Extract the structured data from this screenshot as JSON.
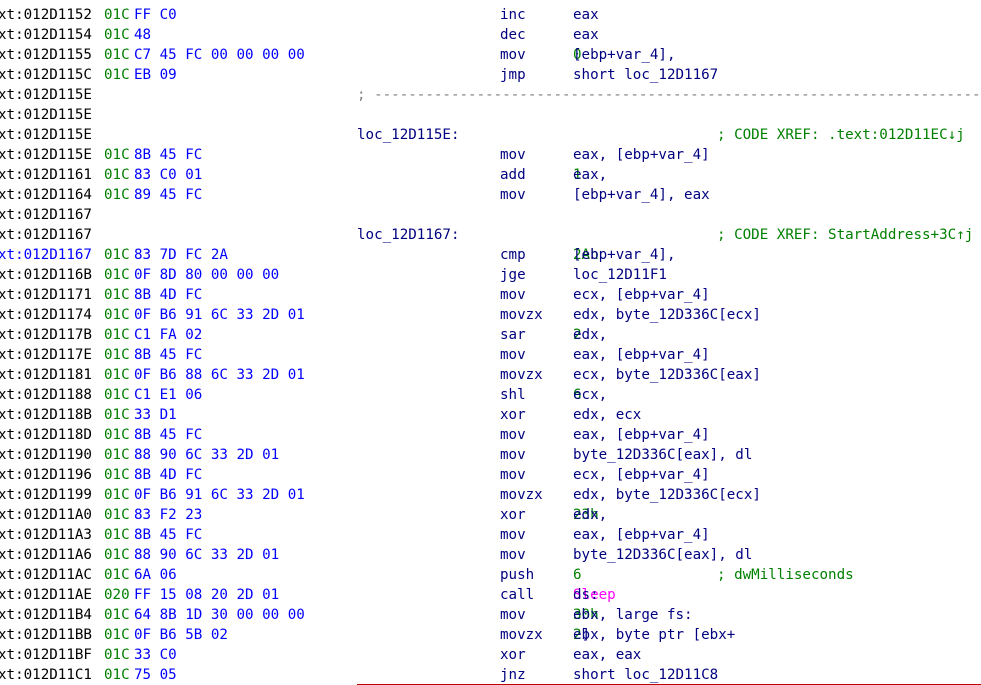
{
  "theme": {
    "address": "#000000",
    "address_current": "#0000ff",
    "segment_prefix": "#008000",
    "opcode_bytes": "#0000ff",
    "mnemonic": "#000080",
    "immediate": "#008000",
    "comment": "#008000",
    "import_name": "#ff00ff",
    "separator": "#7f7f7f",
    "cursor_line": "#c00000"
  },
  "lines": [
    {
      "addr": "xt:012D1152",
      "seg": "01C",
      "bytes": "FF C0",
      "mn": "inc",
      "op": [
        {
          "t": "eax"
        }
      ]
    },
    {
      "addr": "xt:012D1154",
      "seg": "01C",
      "bytes": "48",
      "mn": "dec",
      "op": [
        {
          "t": "eax"
        }
      ]
    },
    {
      "addr": "xt:012D1155",
      "seg": "01C",
      "bytes": "C7 45 FC 00 00 00 00",
      "mn": "mov",
      "op": [
        {
          "t": "[ebp+var_4], "
        },
        {
          "t": "0",
          "c": "imm"
        }
      ]
    },
    {
      "addr": "xt:012D115C",
      "seg": "01C",
      "bytes": "EB 09",
      "mn": "jmp",
      "op": [
        {
          "t": "short loc_12D1167"
        }
      ]
    },
    {
      "addr": "xt:012D115E",
      "sep": "; ---------------------------------------------------------------------------"
    },
    {
      "addr": "xt:012D115E"
    },
    {
      "addr": "xt:012D115E",
      "label": "loc_12D115E:",
      "comment": "; CODE XREF: .text:012D11EC↓j"
    },
    {
      "addr": "xt:012D115E",
      "seg": "01C",
      "bytes": "8B 45 FC",
      "mn": "mov",
      "op": [
        {
          "t": "eax, [ebp+var_4]"
        }
      ]
    },
    {
      "addr": "xt:012D1161",
      "seg": "01C",
      "bytes": "83 C0 01",
      "mn": "add",
      "op": [
        {
          "t": "eax, "
        },
        {
          "t": "1",
          "c": "imm"
        }
      ]
    },
    {
      "addr": "xt:012D1164",
      "seg": "01C",
      "bytes": "89 45 FC",
      "mn": "mov",
      "op": [
        {
          "t": "[ebp+var_4], eax"
        }
      ]
    },
    {
      "addr": "xt:012D1167"
    },
    {
      "addr": "xt:012D1167",
      "label": "loc_12D1167:",
      "comment": "; CODE XREF: StartAddress+3C↑j"
    },
    {
      "addr": "xt:012D1167",
      "current": true,
      "seg": "01C",
      "bytes": "83 7D FC 2A",
      "mn": "cmp",
      "op": [
        {
          "t": "[ebp+var_4], "
        },
        {
          "t": "2Ah",
          "c": "imm"
        }
      ]
    },
    {
      "addr": "xt:012D116B",
      "seg": "01C",
      "bytes": "0F 8D 80 00 00 00",
      "mn": "jge",
      "op": [
        {
          "t": "loc_12D11F1"
        }
      ]
    },
    {
      "addr": "xt:012D1171",
      "seg": "01C",
      "bytes": "8B 4D FC",
      "mn": "mov",
      "op": [
        {
          "t": "ecx, [ebp+var_4]"
        }
      ]
    },
    {
      "addr": "xt:012D1174",
      "seg": "01C",
      "bytes": "0F B6 91 6C 33 2D 01",
      "mn": "movzx",
      "op": [
        {
          "t": "edx, byte_12D336C[ecx]"
        }
      ]
    },
    {
      "addr": "xt:012D117B",
      "seg": "01C",
      "bytes": "C1 FA 02",
      "mn": "sar",
      "op": [
        {
          "t": "edx, "
        },
        {
          "t": "2",
          "c": "imm"
        }
      ]
    },
    {
      "addr": "xt:012D117E",
      "seg": "01C",
      "bytes": "8B 45 FC",
      "mn": "mov",
      "op": [
        {
          "t": "eax, [ebp+var_4]"
        }
      ]
    },
    {
      "addr": "xt:012D1181",
      "seg": "01C",
      "bytes": "0F B6 88 6C 33 2D 01",
      "mn": "movzx",
      "op": [
        {
          "t": "ecx, byte_12D336C[eax]"
        }
      ]
    },
    {
      "addr": "xt:012D1188",
      "seg": "01C",
      "bytes": "C1 E1 06",
      "mn": "shl",
      "op": [
        {
          "t": "ecx, "
        },
        {
          "t": "6",
          "c": "imm"
        }
      ]
    },
    {
      "addr": "xt:012D118B",
      "seg": "01C",
      "bytes": "33 D1",
      "mn": "xor",
      "op": [
        {
          "t": "edx, ecx"
        }
      ]
    },
    {
      "addr": "xt:012D118D",
      "seg": "01C",
      "bytes": "8B 45 FC",
      "mn": "mov",
      "op": [
        {
          "t": "eax, [ebp+var_4]"
        }
      ]
    },
    {
      "addr": "xt:012D1190",
      "seg": "01C",
      "bytes": "88 90 6C 33 2D 01",
      "mn": "mov",
      "op": [
        {
          "t": "byte_12D336C[eax], dl"
        }
      ]
    },
    {
      "addr": "xt:012D1196",
      "seg": "01C",
      "bytes": "8B 4D FC",
      "mn": "mov",
      "op": [
        {
          "t": "ecx, [ebp+var_4]"
        }
      ]
    },
    {
      "addr": "xt:012D1199",
      "seg": "01C",
      "bytes": "0F B6 91 6C 33 2D 01",
      "mn": "movzx",
      "op": [
        {
          "t": "edx, byte_12D336C[ecx]"
        }
      ]
    },
    {
      "addr": "xt:012D11A0",
      "seg": "01C",
      "bytes": "83 F2 23",
      "mn": "xor",
      "op": [
        {
          "t": "edx, "
        },
        {
          "t": "23h",
          "c": "imm"
        }
      ]
    },
    {
      "addr": "xt:012D11A3",
      "seg": "01C",
      "bytes": "8B 45 FC",
      "mn": "mov",
      "op": [
        {
          "t": "eax, [ebp+var_4]"
        }
      ]
    },
    {
      "addr": "xt:012D11A6",
      "seg": "01C",
      "bytes": "88 90 6C 33 2D 01",
      "mn": "mov",
      "op": [
        {
          "t": "byte_12D336C[eax], dl"
        }
      ]
    },
    {
      "addr": "xt:012D11AC",
      "seg": "01C",
      "bytes": "6A 06",
      "mn": "push",
      "op": [
        {
          "t": "6",
          "c": "imm"
        }
      ],
      "comment": "; dwMilliseconds"
    },
    {
      "addr": "xt:012D11AE",
      "seg": "020",
      "bytes": "FF 15 08 20 2D 01",
      "mn": "call",
      "op": [
        {
          "t": "ds:"
        },
        {
          "t": "Sleep",
          "c": "ext"
        }
      ]
    },
    {
      "addr": "xt:012D11B4",
      "seg": "01C",
      "bytes": "64 8B 1D 30 00 00 00",
      "mn": "mov",
      "op": [
        {
          "t": "ebx, large fs:"
        },
        {
          "t": "30h",
          "c": "imm"
        }
      ]
    },
    {
      "addr": "xt:012D11BB",
      "seg": "01C",
      "bytes": "0F B6 5B 02",
      "mn": "movzx",
      "op": [
        {
          "t": "ebx, byte ptr [ebx+"
        },
        {
          "t": "2",
          "c": "imm"
        },
        {
          "t": "]"
        }
      ]
    },
    {
      "addr": "xt:012D11BF",
      "seg": "01C",
      "bytes": "33 C0",
      "mn": "xor",
      "op": [
        {
          "t": "eax, eax"
        }
      ]
    },
    {
      "addr": "xt:012D11C1",
      "seg": "01C",
      "bytes": "75 05",
      "mn": "jnz",
      "op": [
        {
          "t": "short loc_12D11C8"
        }
      ]
    }
  ]
}
